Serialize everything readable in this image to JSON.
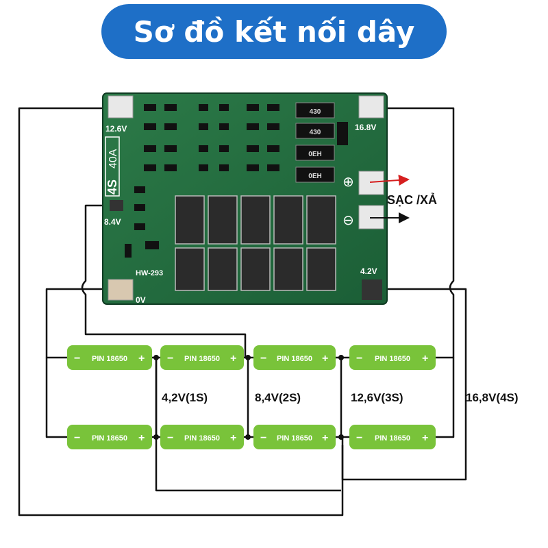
{
  "header": {
    "title": "Sơ đồ kết nối dây"
  },
  "board": {
    "model_label": "4S",
    "current_label": "40A",
    "board_id": "HW-293",
    "resistor_codes": [
      "430",
      "430",
      "0EH",
      "0EH"
    ],
    "pad_labels": {
      "v12_6": "12.6V",
      "v8_4": "8.4V",
      "v0": "0V",
      "v16_8": "16.8V",
      "v4_2": "4.2V"
    },
    "plus_symbol": "⊕",
    "minus_symbol": "⊖"
  },
  "charge_label": "SẠC /XẢ",
  "battery": {
    "text": "PIN 18650",
    "minus": "−",
    "plus": "+"
  },
  "series_labels": [
    "4,2V(1S)",
    "8,4V(2S)",
    "12,6V(3S)",
    "16,8V(4S)"
  ],
  "colors": {
    "title_bg": "#1e6fc7",
    "board": "#1f6b3e",
    "battery": "#79c33a",
    "arrow_red": "#d61f1f",
    "wire": "#111111"
  }
}
